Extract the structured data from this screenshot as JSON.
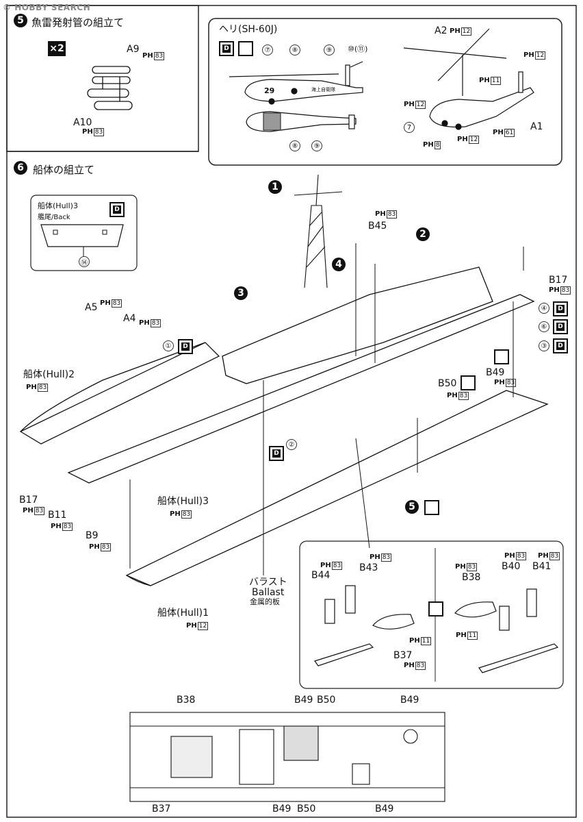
{
  "watermark": {
    "brand": "HOBBY SEARCH",
    "registered": "®"
  },
  "step5": {
    "number": "5",
    "title": "魚雷発射管の組立て",
    "multiplier": "×2",
    "parts": {
      "a9": "A9",
      "a10": "A10"
    },
    "paint": "83"
  },
  "heli": {
    "title": "ヘリ(SH-60J)",
    "callouts": [
      "⑦",
      "⑧",
      "⑨",
      "⑩(⑪)"
    ],
    "bottom_callouts": [
      "⑧",
      "⑨"
    ],
    "side_number": "29",
    "side_text": "海上自衛隊",
    "parts": {
      "a2": "A2",
      "a1": "A1"
    },
    "paints": [
      "12",
      "12",
      "11",
      "12",
      "7",
      "8",
      "12",
      "61"
    ]
  },
  "step6": {
    "number": "6",
    "title": "船体の組立て",
    "inset_title": "船体(Hull)3",
    "inset_sub": "艦尾/Back",
    "inset_callout": "⑭",
    "sub_steps": [
      "1",
      "2",
      "3",
      "4",
      "5"
    ],
    "parts": {
      "b45": "B45",
      "b17": "B17",
      "b49": "B49",
      "b50": "B50",
      "a5": "A5",
      "a4": "A4",
      "b11": "B11",
      "b9": "B9"
    },
    "hull2": "船体(Hull)2",
    "hull3": "船体(Hull)3",
    "hull1": "船体(Hull)1",
    "ballast_jp": "バラスト",
    "ballast_en": "Ballast",
    "ballast_sub": "金属的板",
    "right_callouts": [
      "④",
      "⑥",
      "③"
    ],
    "callout_1": "①",
    "callout_2": "②"
  },
  "boats": {
    "left": {
      "b44": "B44",
      "b43": "B43",
      "b37": "B37"
    },
    "right": {
      "b38": "B38",
      "b40": "B40",
      "b41": "B41"
    },
    "paint_83": "83",
    "paint_11": "11"
  },
  "deck_plan": {
    "top_labels": [
      "B38",
      "B49",
      "B50",
      "B49"
    ],
    "bottom_labels": [
      "B37",
      "B49",
      "B50",
      "B49"
    ]
  },
  "ph_letters": {
    "p": "P",
    "h": "H"
  }
}
